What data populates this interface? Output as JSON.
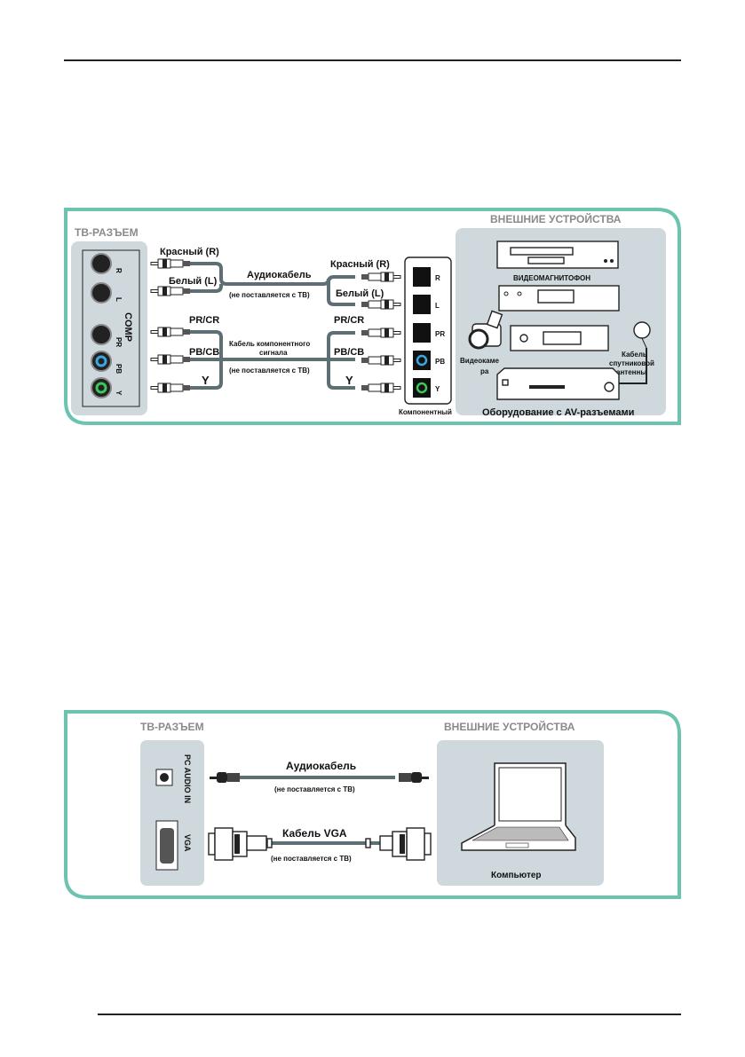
{
  "colors": {
    "frame": "#6cc4b0",
    "panel": "#cfd8dc",
    "cable": "#5d6e74",
    "pb_jack": "#3aa8e0",
    "y_jack": "#3cc85a"
  },
  "component_diagram": {
    "tv_header": "ТВ-РАЗЪЕМ",
    "ext_header": "ВНЕШНИЕ УСТРОЙСТВА",
    "tv_jacks": [
      "R",
      "L",
      "PR",
      "PB",
      "Y"
    ],
    "comp_label": "COMP",
    "left_labels": {
      "red": "Красный (R)",
      "white": "Белый (L)",
      "pr": "PR/CR",
      "pb": "PB/CB",
      "y": "Y"
    },
    "right_labels": {
      "red": "Красный (R)",
      "white": "Белый (L)",
      "pr": "PR/CR",
      "pb": "PB/CB",
      "y": "Y"
    },
    "audio_cable": "Аудиокабель",
    "audio_note": "(не поставляется с ТВ)",
    "comp_cable_1": "Кабель компонентного",
    "comp_cable_2": "сигнала",
    "comp_note": "(не поставляется с ТВ)",
    "device_jacks": [
      "R",
      "L",
      "PR",
      "PB",
      "Y"
    ],
    "device_jacks_label": "Компонентный",
    "vcr_label": "ВИДЕОМАГНИТОФОН",
    "camcorder_1": "Видеокаме",
    "camcorder_2": "ра",
    "sat_1": "Кабель",
    "sat_2": "спутниковой",
    "sat_3": "антенны",
    "equipment_label": "Оборудование с AV-разъемами"
  },
  "pc_diagram": {
    "tv_header": "ТВ-РАЗЪЕМ",
    "ext_header": "ВНЕШНИЕ УСТРОЙСТВА",
    "audio_port": "PC AUDIO IN",
    "vga_port": "VGA",
    "audio_cable": "Аудиокабель",
    "audio_note": "(не поставляется с ТВ)",
    "vga_cable": "Кабель VGA",
    "vga_note": "(не поставляется с ТВ)",
    "computer_label": "Компьютер"
  }
}
